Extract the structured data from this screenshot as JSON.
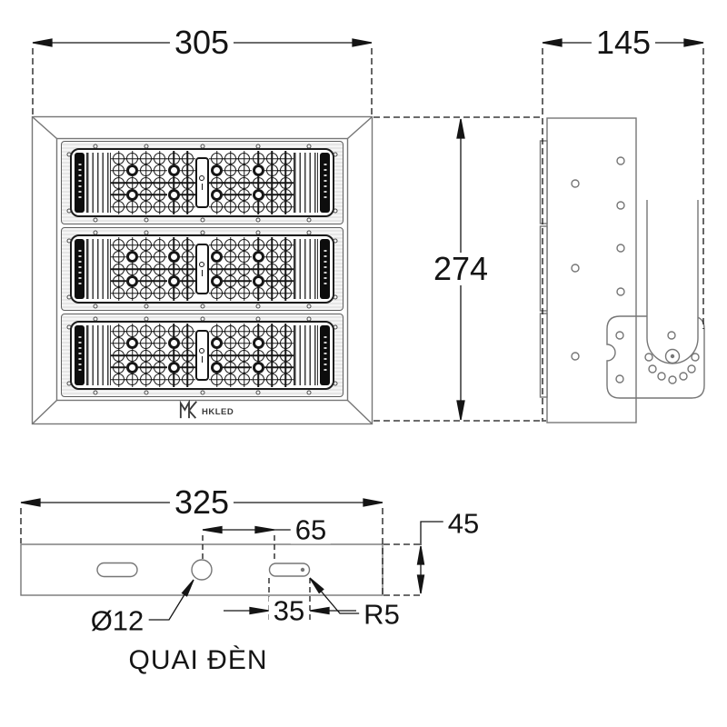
{
  "drawing": {
    "brand_logo_text": "HKLED",
    "bracket_caption": "QUAI ĐÈN"
  },
  "dimensions": {
    "front_width": "305",
    "side_depth": "145",
    "body_height": "274",
    "bracket_length": "325",
    "hole_to_slot_offset": "65",
    "bracket_profile_height": "45",
    "hole_diameter": "Ø12",
    "slot_length": "35",
    "slot_end_radius": "R5"
  },
  "modules": {
    "count": 3,
    "led_rows": 5,
    "led_cols": 12,
    "center_columns": 1
  }
}
